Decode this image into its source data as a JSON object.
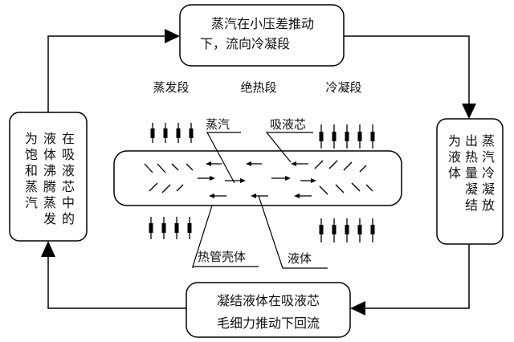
{
  "boxes": {
    "top": {
      "lines": [
        "蒸汽在小压差推动",
        "下，流向冷凝段"
      ]
    },
    "left": {
      "columns": [
        "在吸液芯中的",
        "液体沸腾蒸发",
        "为饱和蒸汽"
      ]
    },
    "right": {
      "columns": [
        "蒸汽冷凝放",
        "出热量凝结",
        "为液体"
      ]
    },
    "bottom": {
      "lines": [
        "凝结液体在吸液芯",
        "毛细力推动下回流"
      ]
    }
  },
  "sections": {
    "evaporator": "蒸发段",
    "adiabatic": "绝热段",
    "condenser": "冷凝段"
  },
  "labels": {
    "vapor": "蒸汽",
    "wick": "吸液芯",
    "shell": "热管壳体",
    "liquid": "液体"
  }
}
